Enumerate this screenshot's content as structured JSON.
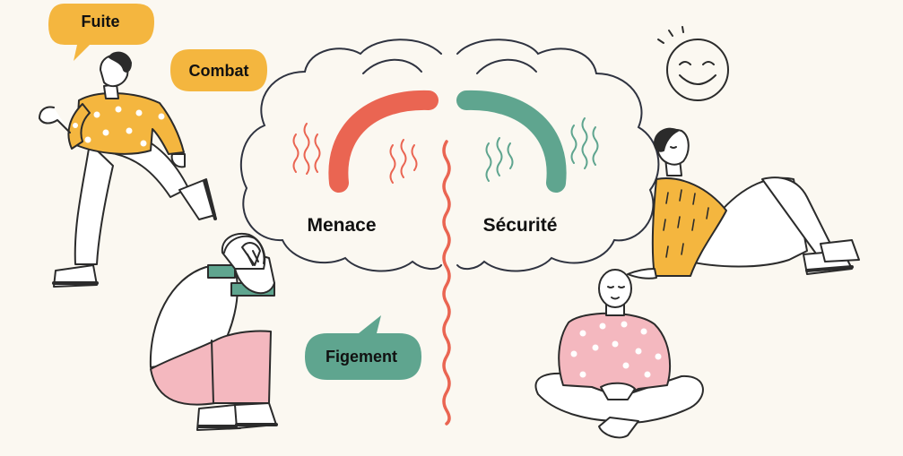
{
  "bubbles": {
    "fuite": "Fuite",
    "combat": "Combat",
    "figement": "Figement"
  },
  "brain": {
    "left_label": "Menace",
    "right_label": "Sécurité"
  },
  "colors": {
    "background": "#fbf8f1",
    "threat": "#ea6552",
    "safety": "#5fa58f",
    "yellow": "#f4b63f",
    "pink": "#f4b8bf",
    "green_cuff": "#5fa58f",
    "outline": "#2b2b2b"
  },
  "icons": {
    "sun": "smiley-sun-icon",
    "gauge_left": "threat-gauge-arc",
    "gauge_right": "safety-gauge-arc"
  }
}
